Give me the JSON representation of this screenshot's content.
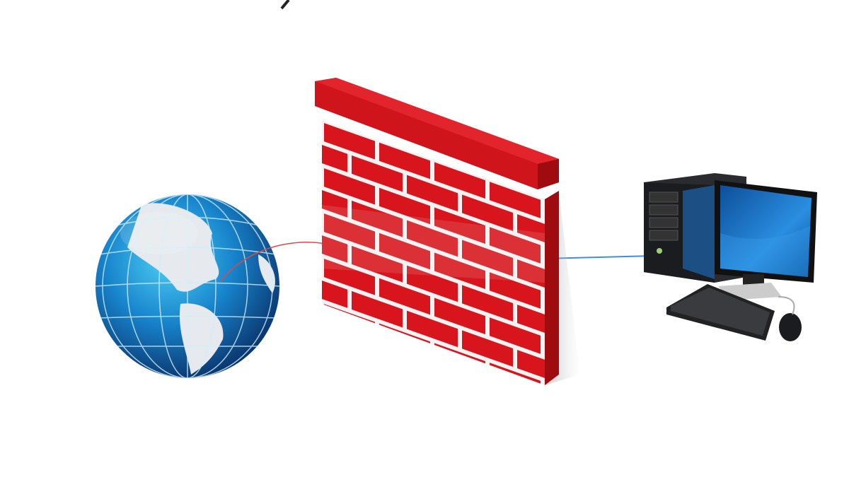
{
  "scene": {
    "nodes": [
      {
        "id": "internet",
        "icon": "globe-icon"
      },
      {
        "id": "firewall",
        "icon": "brick-wall-icon"
      },
      {
        "id": "computer",
        "icon": "desktop-computer-icon"
      }
    ],
    "connections": [
      {
        "from": "internet",
        "to": "firewall",
        "color": "#e0474c"
      },
      {
        "from": "firewall",
        "to": "computer",
        "color": "#3f8fd8"
      }
    ]
  },
  "colors": {
    "background": "#ffffff",
    "brick": "#d8141c",
    "brick_dark": "#a50d12",
    "mortar": "#f4f4f4",
    "globe_ocean": "#1e88d0",
    "globe_dark": "#0b3f7a",
    "land": "#e8ecef",
    "computer_body": "#1e1f22",
    "screen": "#1f7bcc"
  }
}
